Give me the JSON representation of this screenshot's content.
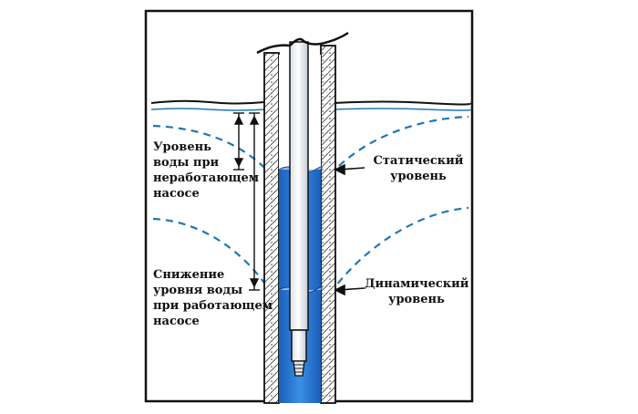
{
  "labels": {
    "static_water_level": [
      "Уровень",
      "воды при",
      "неработающем",
      "насосе"
    ],
    "drawdown": [
      "Снижение",
      "уровня воды",
      "при работающем",
      "насосе"
    ],
    "static_level": [
      "Статический",
      "уровень"
    ],
    "dynamic_level": [
      "Динамический",
      "уровень"
    ]
  },
  "colors": {
    "outline": "#111111",
    "water": "#1e6fd0",
    "water_light": "#8dbbe6",
    "cone": "#1f77b4",
    "pipe": "#eef2f6",
    "pipe_shade": "#c8d0d8"
  }
}
